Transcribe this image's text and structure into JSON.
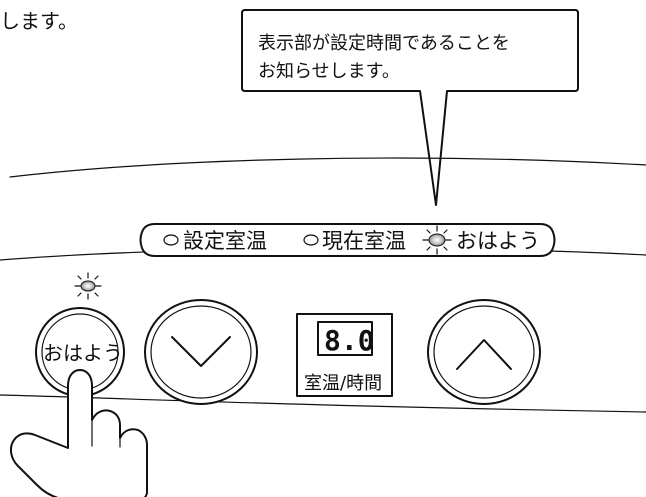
{
  "top_text": "します。",
  "callout": {
    "line1": "表示部が設定時間であることを",
    "line2": "お知らせします。"
  },
  "indicator_bar": {
    "item1": "設定室温",
    "item2": "現在室温",
    "item3": "おはよう"
  },
  "buttons": {
    "ohayo": "おはよう",
    "display_value": "8.0",
    "display_label": "室温/時間"
  },
  "icons": {
    "down": "chevron-down-icon",
    "up": "chevron-up-icon",
    "lit_lamp": "lit-lamp-icon",
    "hand": "pointing-hand-icon"
  }
}
